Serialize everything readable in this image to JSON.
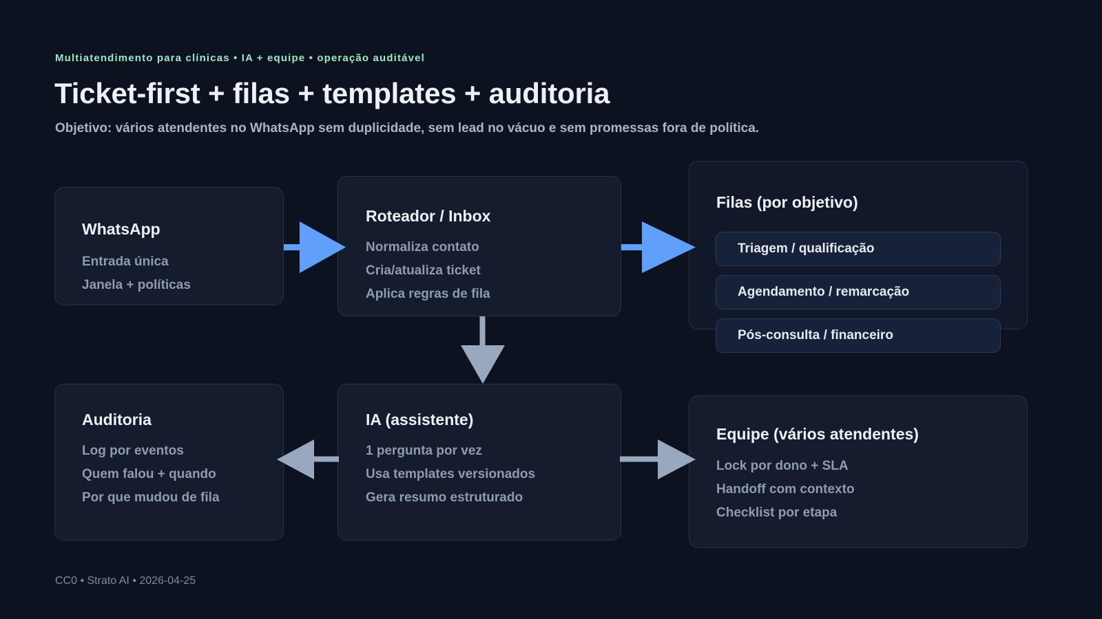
{
  "header": {
    "eyebrow": "Multiatendimento para clínicas • IA + equipe • operação auditável",
    "title": "Ticket-first + filas + templates + auditoria",
    "subtitle": "Objetivo: vários atendentes no WhatsApp sem duplicidade, sem lead no vácuo e sem promessas fora de política."
  },
  "colors": {
    "background": "#0c1220",
    "card_fill": "#141c2e",
    "card_border": "#28334a",
    "panel_fill": "#101829",
    "chip_fill": "#18213a",
    "chip_border": "#2e3a55",
    "accent_green": "#9ce8c3",
    "arrow_blue": "#60a0fa",
    "arrow_gray": "#9aa8bf",
    "title_text": "#edf1f7",
    "muted_text": "#8e9bb2",
    "footer_text": "#7d8ba3"
  },
  "nodes": {
    "whatsapp": {
      "title": "WhatsApp",
      "lines": [
        "Entrada única",
        "Janela + políticas"
      ]
    },
    "roteador": {
      "title": "Roteador / Inbox",
      "lines": [
        "Normaliza contato",
        "Cria/atualiza ticket",
        "Aplica regras de fila"
      ]
    },
    "filas": {
      "title": "Filas (por objetivo)",
      "chips": [
        "Triagem / qualificação",
        "Agendamento / remarcação",
        "Pós-consulta / financeiro"
      ]
    },
    "auditoria": {
      "title": "Auditoria",
      "lines": [
        "Log por eventos",
        "Quem falou + quando",
        "Por que mudou de fila"
      ]
    },
    "ia": {
      "title": "IA (assistente)",
      "lines": [
        "1 pergunta por vez",
        "Usa templates versionados",
        "Gera resumo estruturado"
      ]
    },
    "equipe": {
      "title": "Equipe (vários atendentes)",
      "lines": [
        "Lock por dono + SLA",
        "Handoff com contexto",
        "Checklist por etapa"
      ]
    }
  },
  "connectors": [
    {
      "name": "whatsapp-to-roteador",
      "direction": "right",
      "color": "#60a0fa"
    },
    {
      "name": "roteador-to-filas",
      "direction": "right",
      "color": "#60a0fa"
    },
    {
      "name": "roteador-to-ia",
      "direction": "down",
      "color": "#9aa8bf"
    },
    {
      "name": "ia-to-auditoria",
      "direction": "left",
      "color": "#9aa8bf"
    },
    {
      "name": "ia-to-equipe",
      "direction": "right",
      "color": "#9aa8bf"
    }
  ],
  "footer": {
    "text": "CC0 • Strato AI • 2026-04-25"
  }
}
